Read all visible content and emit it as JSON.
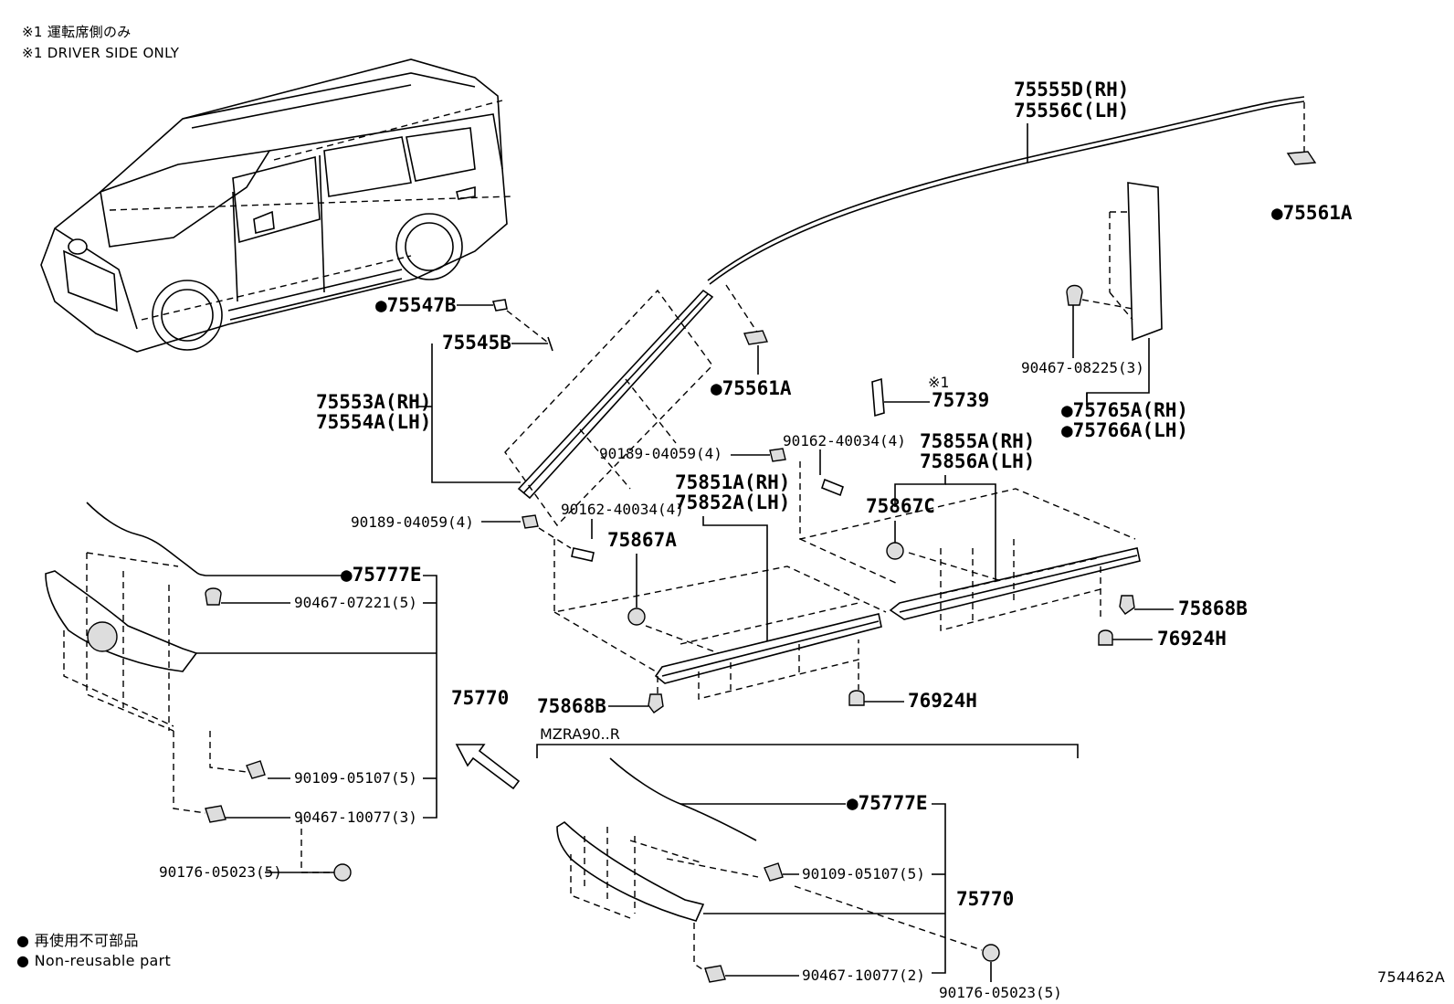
{
  "notes": {
    "driver_jp": "※1 運転席側のみ",
    "driver_en": "※1 DRIVER SIDE ONLY",
    "legend_jp": "● 再使用不可部品",
    "legend_en": "● Non-reusable part",
    "illustration_no": "754462A",
    "variant": "MZRA90..R",
    "star1": "※1"
  },
  "parts": {
    "p75555D": "75555D(RH)",
    "p75556C": "75556C(LH)",
    "p75561A_a": "●75561A",
    "p75561A_b": "●75561A",
    "p75547B": "●75547B",
    "p75545B": "75545B",
    "p75553A": "75553A(RH)",
    "p75554A": "75554A(LH)",
    "p90467_08225": "90467-08225(3)",
    "p75765A": "●75765A(RH)",
    "p75766A": "●75766A(LH)",
    "p75739": "75739",
    "p90162_a": "90162-40034(4)",
    "p90189_a": "90189-04059(4)",
    "p75855A": "75855A(RH)",
    "p75856A": "75856A(LH)",
    "p75851A": "75851A(RH)",
    "p75852A": "75852A(LH)",
    "p75867C": "75867C",
    "p90189_b": "90189-04059(4)",
    "p90162_b": "90162-40034(4)",
    "p75867A": "75867A",
    "p75868B_a": "75868B",
    "p76924H_a": "76924H",
    "p75868B_b": "75868B",
    "p76924H_b": "76924H",
    "p75777E_a": "●75777E",
    "p90467_07221": "90467-07221(5)",
    "p75770_a": "75770",
    "p90109_a": "90109-05107(5)",
    "p90467_10077_a": "90467-10077(3)",
    "p90176_a": "90176-05023(5)",
    "p75777E_b": "●75777E",
    "p90109_b": "90109-05107(5)",
    "p75770_b": "75770",
    "p90467_10077_b": "90467-10077(2)",
    "p90176_b": "90176-05023(5)"
  },
  "colors": {
    "ink": "#000000",
    "paper": "#ffffff"
  }
}
